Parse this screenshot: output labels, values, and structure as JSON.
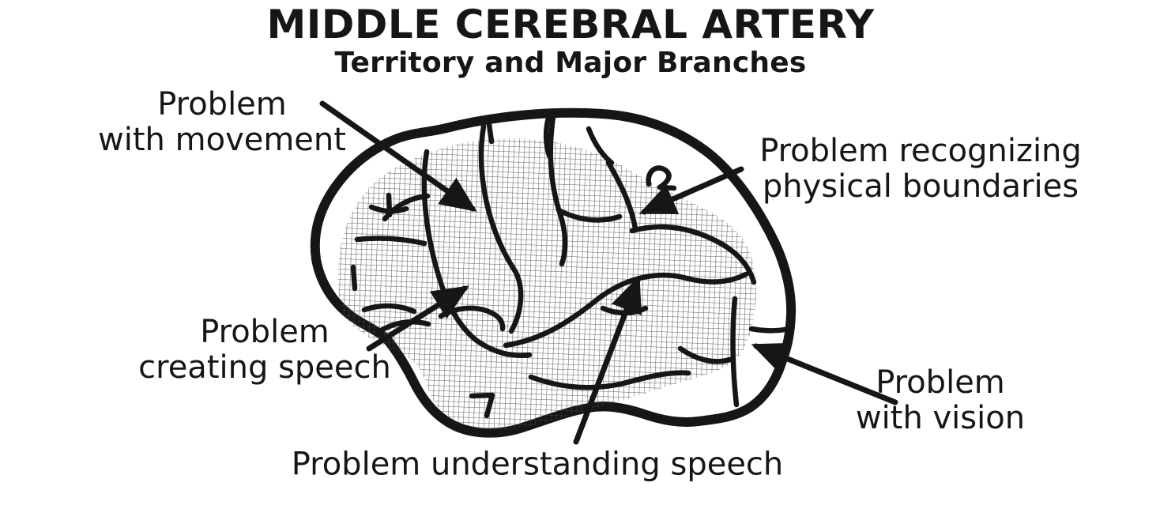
{
  "title": "MIDDLE CEREBRAL ARTERY",
  "subtitle": "Territory and Major Branches",
  "callouts": [
    {
      "id": "movement",
      "lines": [
        "Problem",
        "with movement"
      ]
    },
    {
      "id": "recognizing",
      "lines": [
        "Problem recognizing",
        "physical boundaries"
      ]
    },
    {
      "id": "creating",
      "lines": [
        "Problem",
        "creating speech"
      ]
    },
    {
      "id": "understanding",
      "lines": [
        "Problem understanding speech"
      ]
    },
    {
      "id": "vision",
      "lines": [
        "Problem",
        "with vision"
      ]
    }
  ],
  "colors": {
    "ink": "#161616",
    "background": "#ffffff",
    "hatch": "#454545"
  }
}
